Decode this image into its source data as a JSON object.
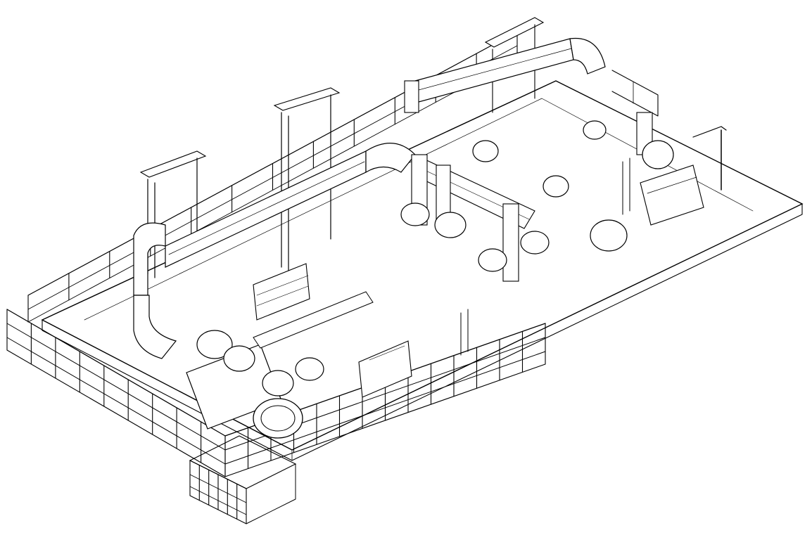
{
  "drawing": {
    "view": "isometric",
    "colors": {
      "line": "#000000",
      "background": "#ffffff"
    },
    "rail_post_count": {
      "front_west": 9,
      "front_south": 14,
      "east_side": 12,
      "platform": 6
    }
  }
}
